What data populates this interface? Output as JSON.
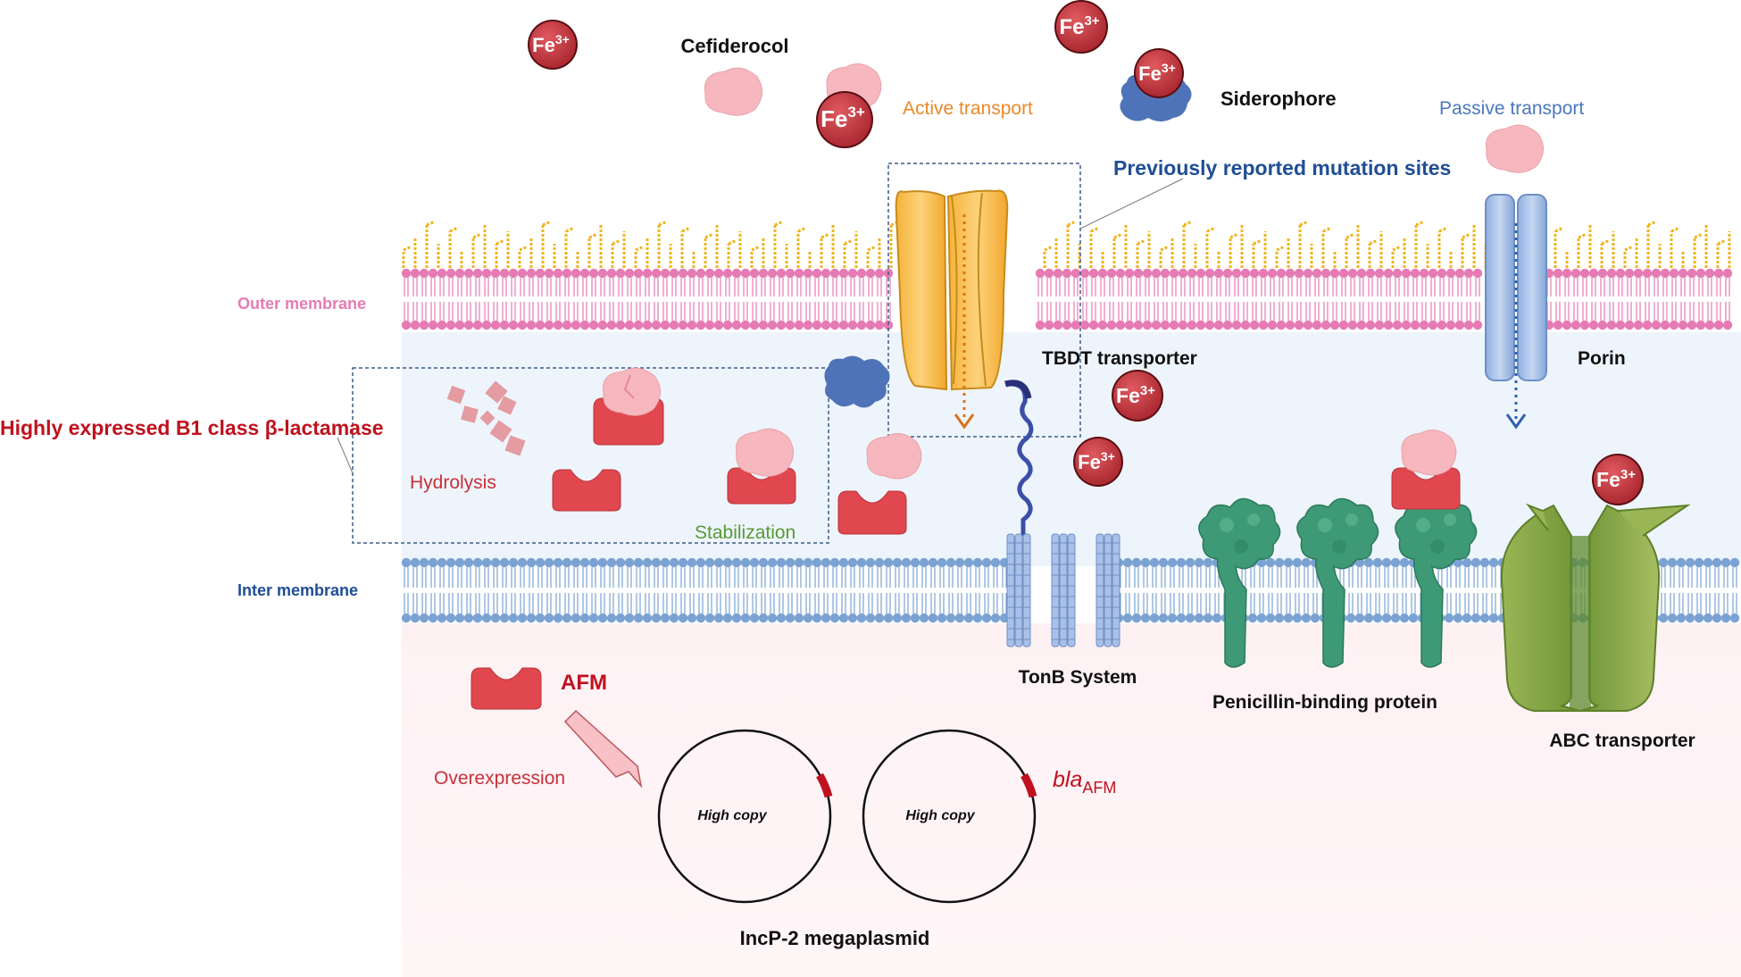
{
  "labels": {
    "cefiderocol": "Cefiderocol",
    "siderophore": "Siderophore",
    "active_transport": "Active transport",
    "passive_transport": "Passive transport",
    "mutation_sites": "Previously reported mutation sites",
    "outer_membrane": "Outer membrane",
    "inter_membrane": "Inter membrane",
    "tbdt": "TBDT transporter",
    "porin": "Porin",
    "beta_lactamase": "Highly expressed B1 class β-lactamase",
    "hydrolysis": "Hydrolysis",
    "stabilization": "Stabilization",
    "tonb": "TonB System",
    "pbp": "Penicillin-binding protein",
    "abc": "ABC transporter",
    "afm": "AFM",
    "overexpression": "Overexpression",
    "bla": "bla",
    "bla_sub": "AFM",
    "high_copy": "High copy",
    "plasmid": "IncP-2 megaplasmid"
  },
  "iron": {
    "symbol": "Fe",
    "charge": "3+"
  },
  "colors": {
    "dark_red": "#c0111e",
    "red_text": "#c8303a",
    "orange": "#e8892a",
    "blue_text": "#4a78c0",
    "navy": "#1f4e96",
    "outer_membrane": "#e67bb4",
    "inner_membrane": "#7aa2d2",
    "lps": "#f0b41c",
    "enzyme": "#e0474e",
    "drug": "#f6b8be",
    "green_text": "#5a9a36",
    "pbp": "#3e9a76",
    "abc": "#8ba84a",
    "fe_ball": "#c0353d"
  }
}
